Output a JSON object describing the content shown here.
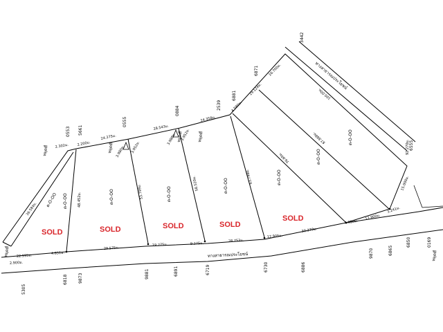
{
  "colors": {
    "sold": "#d9262b",
    "line": "#000000",
    "background": "#ffffff"
  },
  "plots": [
    {
      "id": "plot-1",
      "status": "SOLD"
    },
    {
      "id": "plot-2",
      "status": "SOLD"
    },
    {
      "id": "plot-3",
      "status": "SOLD"
    },
    {
      "id": "plot-4",
      "status": "SOLD"
    },
    {
      "id": "plot-5",
      "status": "SOLD"
    },
    {
      "id": "plot-6",
      "status": ""
    },
    {
      "id": "plot-7",
      "status": ""
    }
  ],
  "roads": {
    "south": "ทางสาธารณประโยชน์",
    "northeast": "ทางสาธารณประโยชน์"
  },
  "dimensions": {
    "bottom": [
      "22.995ม.",
      "4.851ม.",
      "29.575ม.",
      "19.275ม.",
      "9.275ม.",
      "28.753ม.",
      "12.905ม.",
      "30.370ม.",
      "4.950ม.",
      "12.900ม.",
      "3.241ม."
    ],
    "top": [
      "2.302ม.",
      "2.200ม.",
      "24.375ม.",
      "28.543ม.",
      "24.358ม.",
      "4.580ม.",
      "19.124ม.",
      "16.700ม."
    ],
    "left": [
      "2.900ม.",
      "36.584ม.",
      "48.452ม."
    ],
    "dividers": [
      "53.799ม.",
      "58.520ม.",
      "63.748ม.",
      "76.60ม.",
      "87.888ม.",
      "100.00ม.",
      "92.270ม.",
      "15.000ม.",
      "10.000ม."
    ],
    "interior": [
      "3.980ม.",
      "3.952ม.",
      "3.988ม.",
      "3.952ม."
    ]
  },
  "markers": {
    "bottom": [
      "5305",
      "6818",
      "9873",
      "9881",
      "6891",
      "6719",
      "6730",
      "6886",
      "9870",
      "6865",
      "6850",
      "0169"
    ],
    "top": [
      "0553",
      "5661",
      "0555",
      "0884",
      "2539",
      "6881",
      "6871",
      "3442",
      "6555"
    ]
  },
  "peg_label": "ต-O-OO",
  "peg_label_small": "ต-O-OO",
  "parcel_tag": "หมุดที่"
}
